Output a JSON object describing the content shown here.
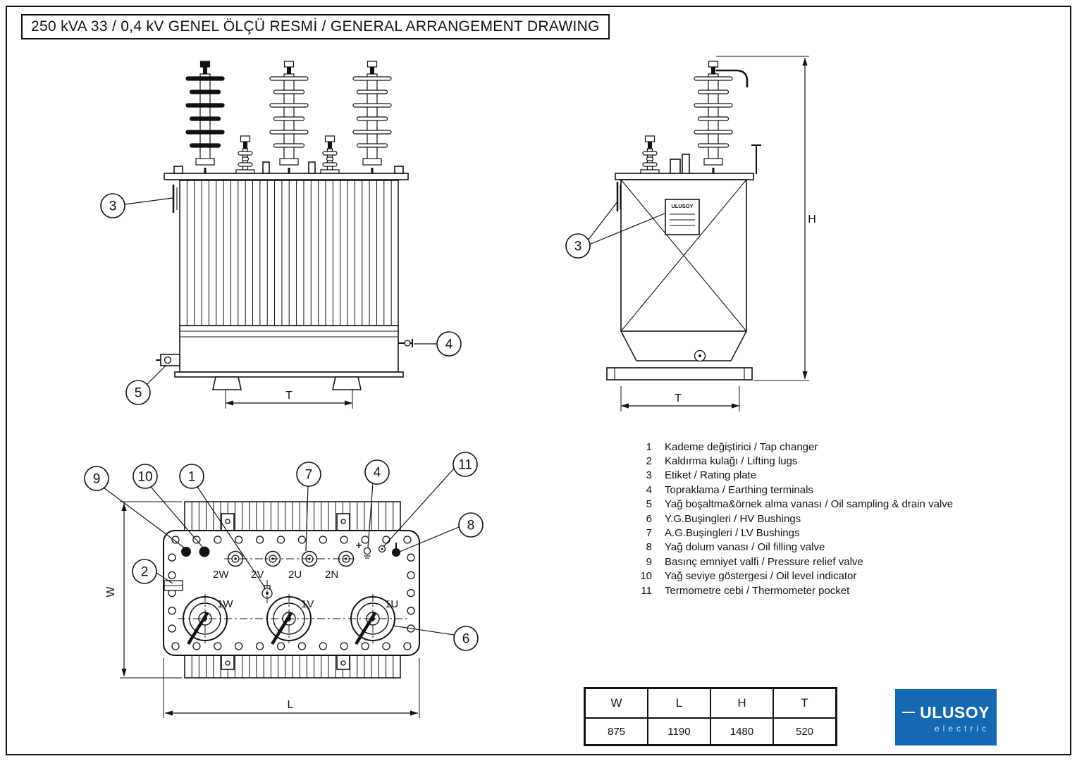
{
  "colors": {
    "ink": "#111111",
    "logo_blue": "#1569b3"
  },
  "title": "250 kVA 33 / 0,4 kV  GENEL ÖLÇÜ RESMİ / GENERAL ARRANGEMENT DRAWING",
  "labels": {
    "t": "T",
    "h": "H",
    "w": "W",
    "l": "L"
  },
  "callouts": {
    "front": [
      "3",
      "4",
      "5"
    ],
    "side": [
      "3"
    ],
    "top": [
      "9",
      "10",
      "1",
      "7",
      "4",
      "11",
      "8",
      "2",
      "6"
    ]
  },
  "side_view": {
    "plate_text": "ULUSOY"
  },
  "top_view": {
    "lv_terminals": [
      "2W",
      "2V",
      "2U",
      "2N"
    ],
    "hv_terminals": [
      "1W",
      "1V",
      "1U"
    ]
  },
  "parts_list": [
    {
      "no": "1",
      "desc": "Kademe değiştirici / Tap changer"
    },
    {
      "no": "2",
      "desc": "Kaldırma kulağı / Lifting lugs"
    },
    {
      "no": "3",
      "desc": "Etiket / Rating plate"
    },
    {
      "no": "4",
      "desc": "Topraklama / Earthing terminals"
    },
    {
      "no": "5",
      "desc": "Yağ boşaltma&örnek alma vanası / Oil sampling & drain valve"
    },
    {
      "no": "6",
      "desc": "Y.G.Buşingleri / HV Bushings"
    },
    {
      "no": "7",
      "desc": "A.G.Buşingleri / LV Bushings"
    },
    {
      "no": "8",
      "desc": "Yağ dolum vanası / Oil filling valve"
    },
    {
      "no": "9",
      "desc": "Basınç emniyet valfi / Pressure relief valve"
    },
    {
      "no": "10",
      "desc": "Yağ seviye göstergesi / Oil level indicator"
    },
    {
      "no": "11",
      "desc": "Termometre cebi / Thermometer pocket"
    }
  ],
  "dim_table": {
    "headers": [
      "W",
      "L",
      "H",
      "T"
    ],
    "values": [
      "875",
      "1190",
      "1480",
      "520"
    ]
  },
  "logo": {
    "brand": "ULUSOY",
    "sub": "electric"
  }
}
